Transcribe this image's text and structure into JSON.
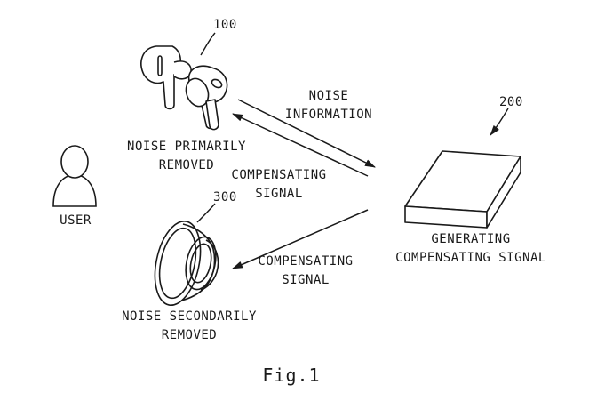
{
  "labels": {
    "ref_100": "100",
    "ref_200": "200",
    "ref_300": "300",
    "earbuds": "NOISE PRIMARILY\nREMOVED",
    "user": "USER",
    "noise_info": "NOISE\nINFORMATION",
    "comp_upper": "COMPENSATING\nSIGNAL",
    "comp_lower": "COMPENSATING\nSIGNAL",
    "generator": "GENERATING\nCOMPENSATING SIGNAL",
    "speaker": "NOISE SECONDARILY\nREMOVED",
    "figure": "Fig.1"
  }
}
